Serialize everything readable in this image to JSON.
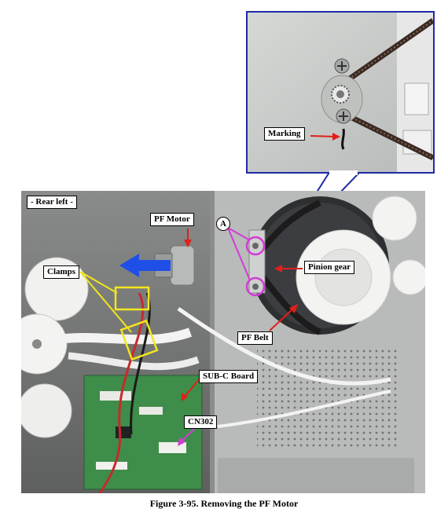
{
  "figure": {
    "caption": "Figure 3-95.  Removing the PF Motor",
    "inset": {
      "labels": {
        "marking": "Marking"
      }
    },
    "photo": {
      "labels": {
        "rear_left": "- Rear left -",
        "pf_motor": "PF Motor",
        "clamps": "Clamps",
        "a": "A",
        "pinion_gear": "Pinion gear",
        "pf_belt": "PF Belt",
        "sub_c_board": "SUB-C Board",
        "cn302": "CN302"
      }
    },
    "colors": {
      "callout_red": "#e0201a",
      "highlight_yellow": "#f2e61d",
      "highlight_magenta": "#d33bd6",
      "direction_blue": "#1f4fe6",
      "frame_blue": "#1f2aa8"
    },
    "icons": [
      "direction-arrow-icon",
      "screw-icon"
    ]
  }
}
